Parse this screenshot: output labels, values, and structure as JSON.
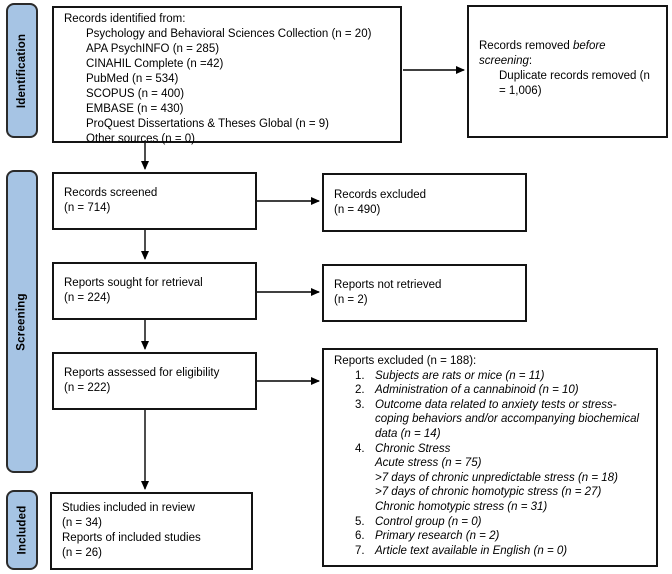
{
  "diagram_title": "PRISMA records flow diagram",
  "colors": {
    "stage_fill": "#a6c4e4",
    "stage_border": "#2b2b2b",
    "box_border": "#141414",
    "arrow": "#000000"
  },
  "stages": [
    {
      "label": "Identification"
    },
    {
      "label": "Screening"
    },
    {
      "label": "Included"
    }
  ],
  "identified": {
    "title": "Records identified from:",
    "items": [
      "Psychology and Behavioral Sciences Collection (n = 20)",
      "APA PsychINFO (n = 285)",
      "CINAHIL Complete (n =42)",
      "PubMed (n = 534)",
      "SCOPUS (n = 400)",
      "EMBASE (n = 430)",
      "ProQuest Dissertations & Theses Global (n = 9)",
      "Other sources (n = 0)"
    ]
  },
  "removed": {
    "line1_prefix": "Records removed ",
    "line1_italic": "before screening",
    "line1_suffix": ":",
    "item": "Duplicate records removed (n = 1,006)"
  },
  "screened": {
    "lines": [
      "Records screened",
      "(n = 714)"
    ]
  },
  "records_excluded": {
    "lines": [
      "Records excluded",
      "(n = 490)"
    ]
  },
  "sought": {
    "lines": [
      "Reports sought for retrieval",
      "(n = 224)"
    ]
  },
  "not_retrieved": {
    "lines": [
      "Reports not retrieved",
      "(n = 2)"
    ]
  },
  "assessed": {
    "lines": [
      "Reports assessed for eligibility",
      "(n = 222)"
    ]
  },
  "reports_excluded": {
    "title": "Reports excluded (n = 188):",
    "items": [
      {
        "num": "1.",
        "text": "Subjects are rats or mice (n = 11)"
      },
      {
        "num": "2.",
        "text": "Administration of a cannabinoid (n = 10)"
      },
      {
        "num": "3.",
        "text": "Outcome data related to anxiety tests or stress-coping behaviors and/or accompanying biochemical data (n = 14)"
      },
      {
        "num": "4.",
        "text": "Chronic Stress",
        "sub": [
          "Acute stress (n = 75)",
          ">7 days of chronic unpredictable stress (n = 18)",
          ">7 days of chronic homotypic stress (n = 27)",
          "Chronic homotypic stress (n = 31)"
        ]
      },
      {
        "num": "5.",
        "text": "Control group (n = 0)"
      },
      {
        "num": "6.",
        "text": "Primary research (n = 2)"
      },
      {
        "num": "7.",
        "text": "Article text available in English (n = 0)"
      }
    ]
  },
  "included": {
    "lines": [
      "Studies included in review",
      "(n = 34)",
      "Reports of included studies",
      "(n = 26)"
    ]
  }
}
